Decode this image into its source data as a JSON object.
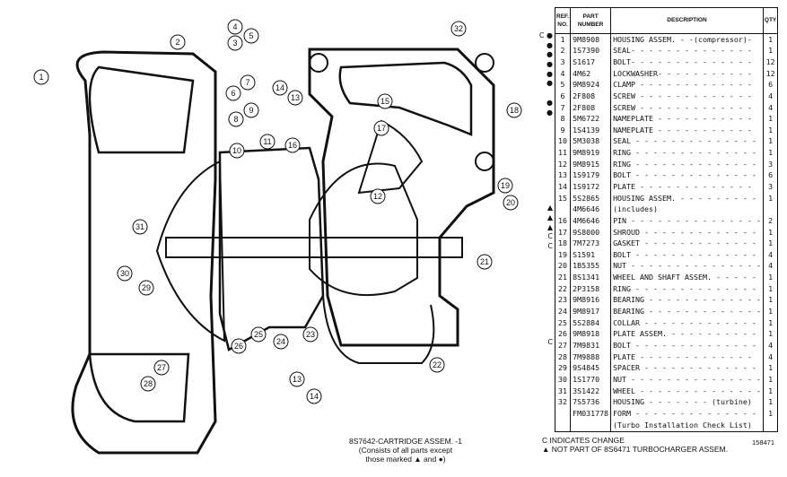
{
  "diagram": {
    "callouts": [
      "1",
      "2",
      "3",
      "4",
      "5",
      "6",
      "7",
      "8",
      "9",
      "10",
      "11",
      "16",
      "13",
      "14",
      "15",
      "17",
      "32",
      "18",
      "19",
      "20",
      "12",
      "21",
      "31",
      "30",
      "29",
      "27",
      "28",
      "26",
      "25",
      "24",
      "23",
      "22",
      "13",
      "14"
    ],
    "caption": [
      "8S7642-CARTRIDGE ASSEM. -1",
      "(Consists of all parts except",
      "those marked ▲ and ●)"
    ]
  },
  "table": {
    "headers": {
      "ref": "REF. NO.",
      "part": "PART NUMBER",
      "desc": "DESCRIPTION",
      "qty": "QTY"
    },
    "rows": [
      {
        "mark": "C ●",
        "ref": "1",
        "part": "9M8908",
        "desc": "HOUSING ASSEM. - -(compressor)-",
        "qty": "1"
      },
      {
        "mark": "●",
        "ref": "2",
        "part": "1S7390",
        "desc": "SEAL- - - - - - - - - - - - - -",
        "qty": "1"
      },
      {
        "mark": "●",
        "ref": "3",
        "part": "S1617",
        "desc": "BOLT- - - - - - - - - - - - - -",
        "qty": "12"
      },
      {
        "mark": "●",
        "ref": "4",
        "part": "4M62",
        "desc": "LOCKWASHER- - - - - - - - - - -",
        "qty": "12"
      },
      {
        "mark": "●",
        "ref": "5",
        "part": "9M8924",
        "desc": "CLAMP - - - - - - - - - - - - -",
        "qty": "6"
      },
      {
        "mark": "●",
        "ref": "6",
        "part": "2F808",
        "desc": "SCREW - - - - - - - - - - - - -",
        "qty": "4"
      },
      {
        "mark": "",
        "ref": "7",
        "part": "2F808",
        "desc": "SCREW - - - - - - - - - - - - -",
        "qty": "4"
      },
      {
        "mark": "●",
        "ref": "8",
        "part": "5M6722",
        "desc": "NAMEPLATE - - - - - - - - - - -",
        "qty": "1"
      },
      {
        "mark": "●",
        "ref": "9",
        "part": "1S4139",
        "desc": "NAMEPLATE - - - - - - - - - - -",
        "qty": "1"
      },
      {
        "mark": "",
        "ref": "10",
        "part": "5M3038",
        "desc": "SEAL - - - - - - - - - - - - - -",
        "qty": "1"
      },
      {
        "mark": "",
        "ref": "11",
        "part": "9M8919",
        "desc": "RING - - - - - - - - - - - - - -",
        "qty": "1"
      },
      {
        "mark": "",
        "ref": "12",
        "part": "9M8915",
        "desc": "RING - - - - - - - - - - - - - -",
        "qty": "3"
      },
      {
        "mark": "",
        "ref": "13",
        "part": "1S9179",
        "desc": "BOLT - - - - - - - - - - - - - -",
        "qty": "6"
      },
      {
        "mark": "",
        "ref": "14",
        "part": "1S9172",
        "desc": "PLATE - - - - - - - - - - - - -",
        "qty": "3"
      },
      {
        "mark": "",
        "ref": "15",
        "part": "5S2865",
        "desc": "HOUSING ASSEM. - - - - - - - - -",
        "qty": "1"
      },
      {
        "mark": "",
        "ref": "",
        "part": "4M6646",
        "desc": "(includes)",
        "qty": ""
      },
      {
        "mark": "",
        "ref": "16",
        "part": "4M6646",
        "desc": "PIN - - - - - - - - - - - - - - -",
        "qty": "2"
      },
      {
        "mark": "",
        "ref": "17",
        "part": "9S8000",
        "desc": "SHROUD - - - - - - - - - - - - -",
        "qty": "1"
      },
      {
        "mark": "▲",
        "ref": "18",
        "part": "7M7273",
        "desc": "GASKET - - - - - - - - - - - - -",
        "qty": "1"
      },
      {
        "mark": "▲",
        "ref": "19",
        "part": "S1591",
        "desc": "BOLT - - - - - - - - - - - - - -",
        "qty": "4"
      },
      {
        "mark": "▲",
        "ref": "20",
        "part": "1B5355",
        "desc": "NUT - - - - - - - - - - - - - - -",
        "qty": "4"
      },
      {
        "mark": "C",
        "ref": "21",
        "part": "8S1341",
        "desc": "WHEEL AND SHAFT ASSEM. - - - - -",
        "qty": "1"
      },
      {
        "mark": "C",
        "ref": "22",
        "part": "2P3158",
        "desc": "RING - - - - - - - - - - - - - -",
        "qty": "1"
      },
      {
        "mark": "",
        "ref": "23",
        "part": "9M8916",
        "desc": "BEARING - - - - - - - - - - - - -",
        "qty": "1"
      },
      {
        "mark": "",
        "ref": "24",
        "part": "9M8917",
        "desc": "BEARING - - - - - - - - - - - - -",
        "qty": "1"
      },
      {
        "mark": "",
        "ref": "25",
        "part": "5S2884",
        "desc": "COLLAR - - - - - - - - - - - - -",
        "qty": "1"
      },
      {
        "mark": "",
        "ref": "26",
        "part": "9M8918",
        "desc": "PLATE ASSEM. - - - - - - - - - -",
        "qty": "1"
      },
      {
        "mark": "",
        "ref": "27",
        "part": "7M9831",
        "desc": "BOLT - - - - - - - - - - - - - -",
        "qty": "4"
      },
      {
        "mark": "",
        "ref": "28",
        "part": "7M9888",
        "desc": "PLATE - - - - - - - - - - - - -",
        "qty": "4"
      },
      {
        "mark": "",
        "ref": "29",
        "part": "9S4845",
        "desc": "SPACER - - - - - - - - - - - - -",
        "qty": "1"
      },
      {
        "mark": "",
        "ref": "30",
        "part": "1S1770",
        "desc": "NUT - - - - - - - - - - - - - - -",
        "qty": "1"
      },
      {
        "mark": "",
        "ref": "31",
        "part": "3S1422",
        "desc": "WHEEL - - - - - - - - - - - - - -",
        "qty": "1"
      },
      {
        "mark": "C",
        "ref": "32",
        "part": "7S5736",
        "desc": "HOUSING - - - - - - - (turbine)",
        "qty": "1"
      },
      {
        "mark": "",
        "ref": "",
        "part": "FM031778",
        "desc": "FORM - - - - - - - - - - - - - -",
        "qty": "1"
      },
      {
        "mark": "",
        "ref": "",
        "part": "",
        "desc": "(Turbo Installation Check List)",
        "qty": ""
      }
    ]
  },
  "notes": [
    "C INDICATES CHANGE",
    "▲ NOT PART OF 8S6471 TURBOCHARGER ASSEM."
  ],
  "figure_id": "158471"
}
